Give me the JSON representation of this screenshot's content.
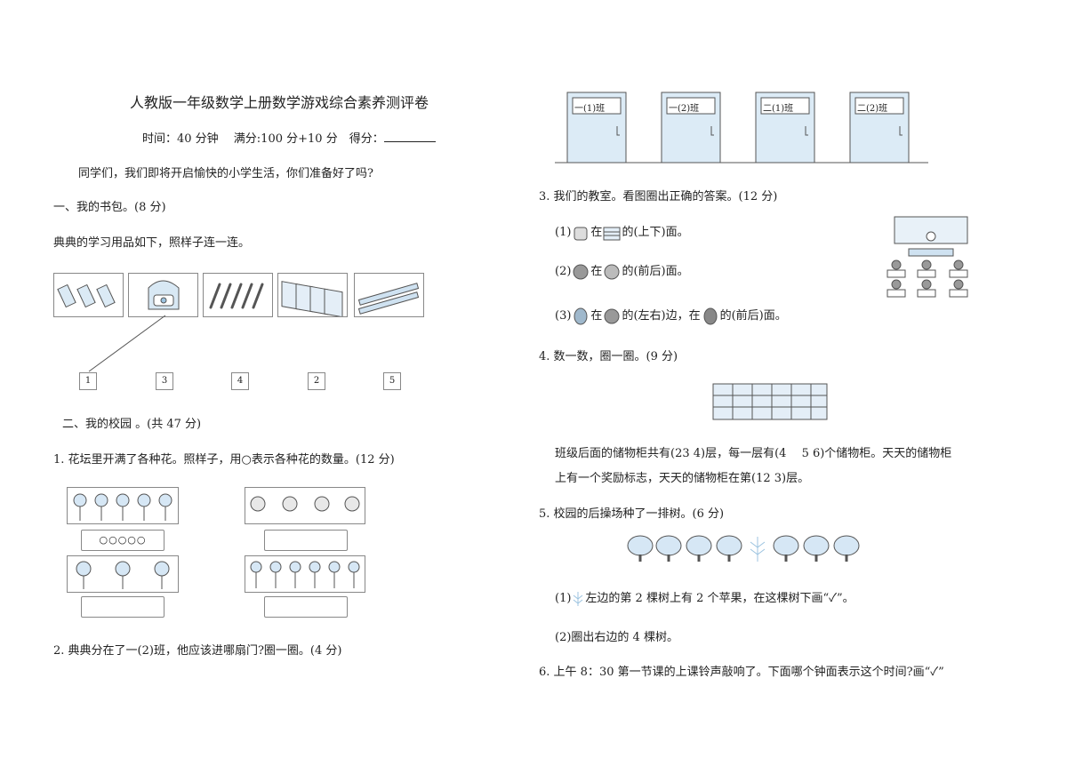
{
  "title": "人教版一年级数学上册数学游戏综合素养测评卷",
  "meta": "时间：40 分钟　 满分:100 分+10 分　得分：",
  "intro": "同学们，我们即将开启愉快的小学生活，你们准备好了吗?",
  "section1": {
    "heading": "一、我的书包。(8 分)",
    "instruction": "典典的学习用品如下，照样子连一连。",
    "items": [
      "erasers-icon",
      "backpack-icon",
      "pencils-icon",
      "books-icon",
      "rulers-icon"
    ],
    "numbers": [
      "1",
      "3",
      "4",
      "2",
      "5"
    ]
  },
  "section2": {
    "heading": "二、我的校园 。(共 47 分)",
    "q1": "1. 花坛里开满了各种花。照样子，用○表示各种花的数量。(12 分)",
    "q1_example_answer": "○○○○○",
    "q2": "2. 典典分在了一(2)班，他应该进哪扇门?圈一圈。(4 分)",
    "doors": [
      "一(1)班",
      "一(2)班",
      "二(1)班",
      "二(2)班"
    ],
    "q3": "3. 我们的教室。看图圈出正确的答案。(12 分)",
    "q3_1a": "(1)",
    "q3_1b": "在",
    "q3_1c": "的(上下)面。",
    "q3_2a": "(2)",
    "q3_2b": "在",
    "q3_2c": "的(前后)面。",
    "q3_3a": "(3)",
    "q3_3b": "在",
    "q3_3c": "的(左右)边，在",
    "q3_3d": "的(前后)面。",
    "q4": "4. 数一数，圈一圈。(9 分)",
    "q4_line1": "班级后面的储物柜共有(23 4)层，每一层有(4　 5 6)个储物柜。天天的储物柜",
    "q4_line2": "上有一个奖励标志，天天的储物柜在第(12 3)层。",
    "q5": "5. 校园的后操场种了一排树。(6 分)",
    "q5_1a": "(1)",
    "q5_1b": "左边的第 2 棵树上有 2 个苹果，在这棵树下画“✓”。",
    "q5_2": "(2)圈出右边的 4 棵树。",
    "q6": "6. 上午 8：30 第一节课的上课铃声敲响了。下面哪个钟面表示这个时间?画“✓”"
  }
}
